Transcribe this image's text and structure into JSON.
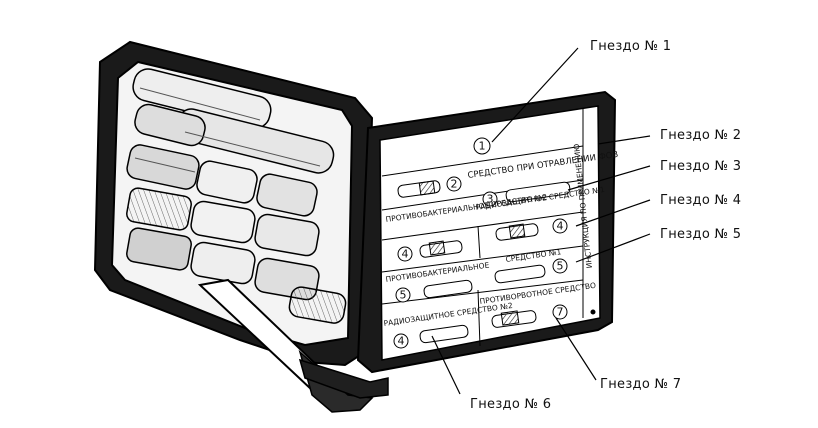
{
  "callouts": {
    "nest1": "Гнездо № 1",
    "nest2": "Гнездо № 2",
    "nest3": "Гнездо № 3",
    "nest4": "Гнездо № 4",
    "nest5": "Гнездо № 5",
    "nest6": "Гнездо № 6",
    "nest7": "Гнездо № 7"
  },
  "sheet": {
    "vertical_text": "ИНСТРУКЦИЯ ПО ПРИМЕНЕНИЮ",
    "row1_label": "СРЕДСТВО ПРИ ОТРАВЛЕНИИ ФОВ",
    "row2_left_label": "ПРОТИВОБАКТЕРИАЛЬНОЕ СРЕДСТВО №2",
    "row2_right_label": "РАДИОЗАЩИТНОЕ СРЕДСТВО №1",
    "row3_left_label": "ПРОТИВОБАКТЕРИАЛЬНОЕ",
    "row3_right_label": "СРЕДСТВО №1",
    "row4_left_label": "РАДИОЗАЩИТНОЕ СРЕДСТВО №2",
    "row4_right_label": "ПРОТИВОРВОТНОЕ СРЕДСТВО",
    "nums": {
      "n1": "1",
      "n2": "2",
      "n3": "3",
      "n4a": "4",
      "n4b": "4",
      "n5a": "5",
      "n5b": "5",
      "n6": "4",
      "n7": "7"
    }
  }
}
